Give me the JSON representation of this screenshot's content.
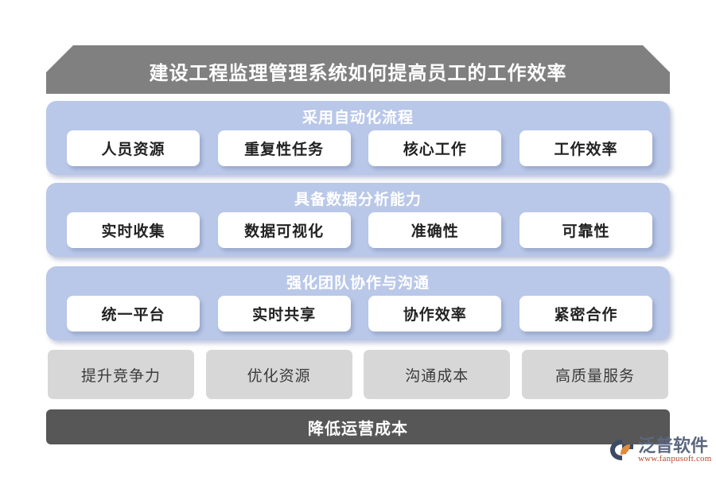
{
  "header": {
    "title": "建设工程监理管理系统如何提高员工的工作效率",
    "background_color": "#808080"
  },
  "sections": [
    {
      "title": "采用自动化流程",
      "background_color": "#b9c7e8",
      "cards": [
        "人员资源",
        "重复性任务",
        "核心工作",
        "工作效率"
      ]
    },
    {
      "title": "具备数据分析能力",
      "background_color": "#b9c7e8",
      "cards": [
        "实时收集",
        "数据可视化",
        "准确性",
        "可靠性"
      ]
    },
    {
      "title": "强化团队协作与沟通",
      "background_color": "#b9c7e8",
      "cards": [
        "统一平台",
        "实时共享",
        "协作效率",
        "紧密合作"
      ]
    }
  ],
  "outcomes": {
    "background_color": "#d7d7d7",
    "cards": [
      "提升竞争力",
      "优化资源",
      "沟通成本",
      "高质量服务"
    ]
  },
  "footer": {
    "label": "降低运营成本",
    "background_color": "#575757"
  },
  "watermark": {
    "icon": "fanpu-logo-icon",
    "brand": "泛普软件",
    "url": "www.fanpusoft.com",
    "brand_color": "#5b6780",
    "url_color": "#b4452e",
    "accent_color": "#e08a3c"
  }
}
